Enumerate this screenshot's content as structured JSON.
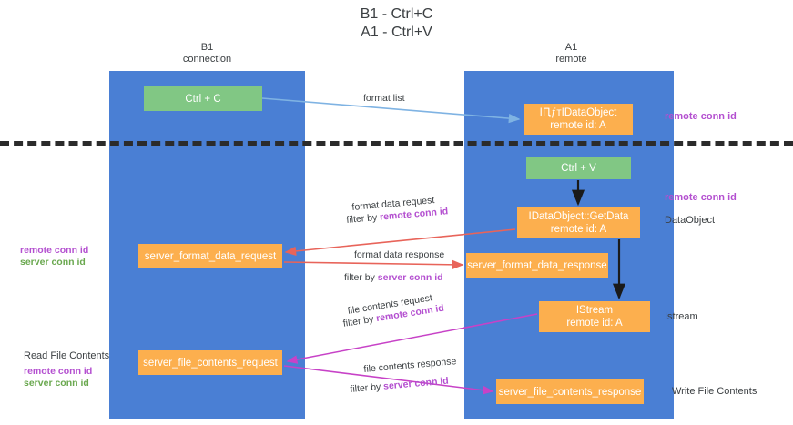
{
  "title": "B1 - Ctrl+C\nA1 - Ctrl+V",
  "lanes": {
    "left": {
      "head": "B1\nconnection",
      "color": "#4a7fd4"
    },
    "right": {
      "head": "A1\nremote",
      "color": "#4a7fd4"
    }
  },
  "colors": {
    "lane": "#4a7fd4",
    "action": "#81c784",
    "object": "#fcaf4e",
    "accent_purple": "#b450d0",
    "accent_green": "#6aa84f",
    "arrow_blue": "#7fb3e3",
    "arrow_red": "#e8645a",
    "arrow_magenta": "#c742c7",
    "arrow_black": "#1a1a1a",
    "separator": "#2b2b2b"
  },
  "nodes": {
    "ctrl_c": "Ctrl + C",
    "idataobject": "IԤƒтIDataObject\nremote id: A",
    "ctrl_v": "Ctrl + V",
    "getdata": "IDataObject::GetData\nremote id: A",
    "server_format_data_request": "server_format_data_request",
    "server_format_data_response": "server_format_data_response",
    "istream": "IStream\nremote id: A",
    "server_file_contents_request": "server_file_contents_request",
    "server_file_contents_response": "server_file_contents_response"
  },
  "labels": {
    "format_list": "format list",
    "remote_conn_id": "remote conn id",
    "server_conn_id": "server conn id",
    "data_object": "DataObject",
    "istream_right": "Istream",
    "write_file_contents": "Write File Contents",
    "read_file_contents": "Read File Contents",
    "format_data_request": "format data request",
    "format_data_response": "format data response",
    "file_contents_request": "file contents request",
    "file_contents_response": "file contents response",
    "filter_by": "filter by "
  }
}
